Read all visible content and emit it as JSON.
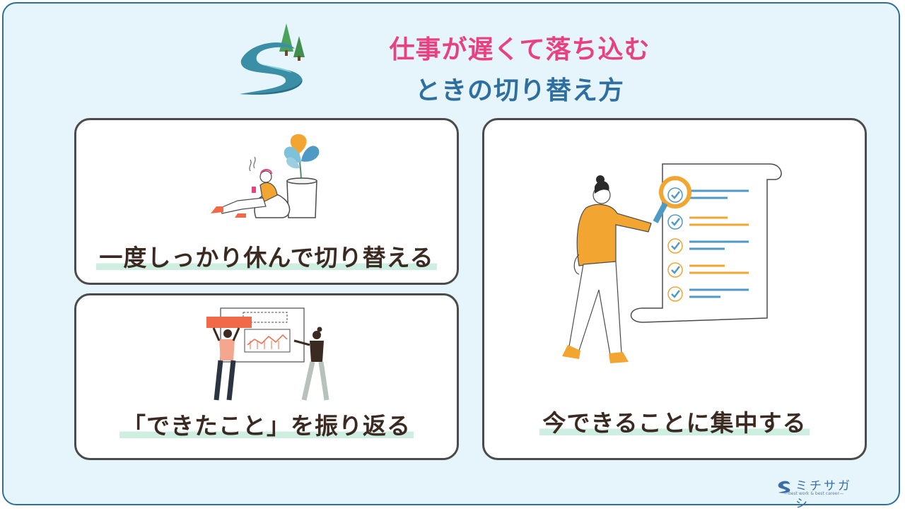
{
  "title": {
    "line1": "仕事が遅くて落ち込む",
    "line2": "ときの切り替え方"
  },
  "cards": [
    {
      "label": "一度しっかり休んで切り替える"
    },
    {
      "label": "「できたこと」を振り返る"
    },
    {
      "label": "今できることに集中する"
    }
  ],
  "brand": {
    "name": "ミチサガシ",
    "tagline": "—best work & best career—"
  },
  "colors": {
    "title_pink": "#e8417f",
    "title_blue": "#2e6fa0",
    "background": "#e6f4fb",
    "highlight": "#cdeee0",
    "accent_orange": "#f2a531",
    "accent_blue": "#4f9ac4"
  }
}
